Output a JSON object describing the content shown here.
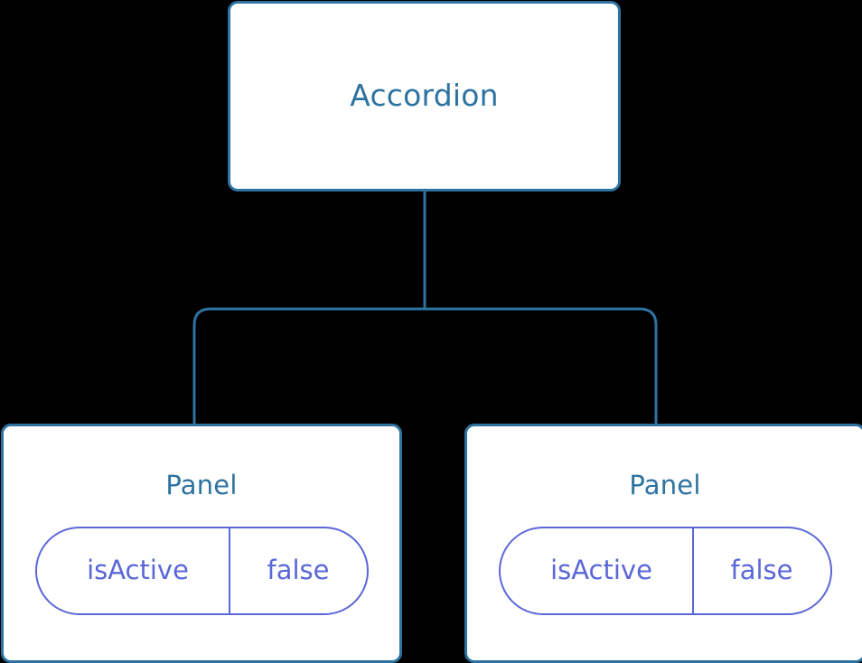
{
  "diagram": {
    "type": "component-tree",
    "background_color": "#000000",
    "node_border_color": "#2e73a0",
    "node_fill_color": "#ffffff",
    "node_title_color": "#2e73a0",
    "state_pill_color": "#5a67d8",
    "connector_color": "#2e73a0",
    "root": {
      "label": "Accordion"
    },
    "children": [
      {
        "label": "Panel",
        "state": {
          "key": "isActive",
          "value": "false"
        }
      },
      {
        "label": "Panel",
        "state": {
          "key": "isActive",
          "value": "false"
        }
      }
    ]
  }
}
